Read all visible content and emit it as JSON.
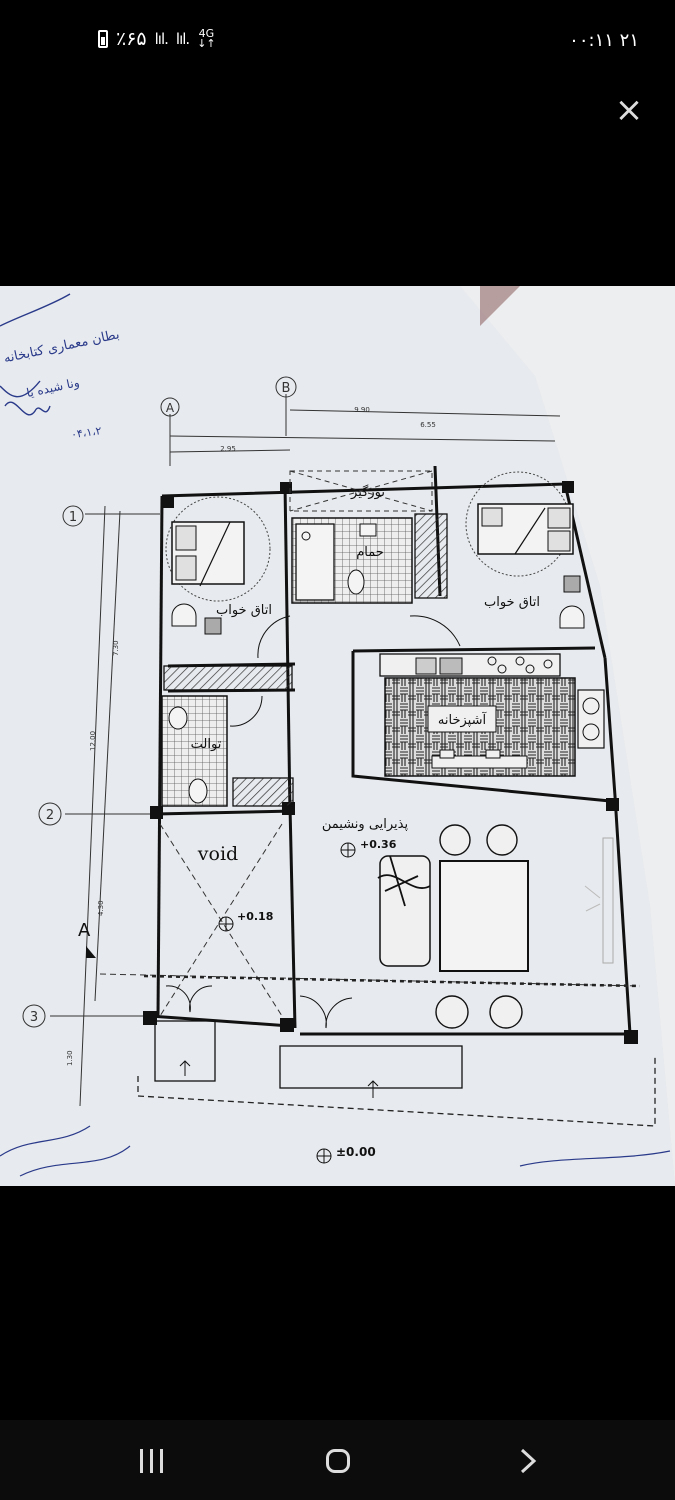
{
  "status_bar": {
    "time": "۲۱ ۰۰:۱۱",
    "battery": "٪۶۵",
    "signal_1": "lıl.",
    "signal_2": "lıl.",
    "network": "4G"
  },
  "viewer": {
    "close_icon": "close-icon"
  },
  "plan": {
    "grid_bubbles": {
      "col_a": "A",
      "col_b": "B",
      "row_1": "1",
      "row_2": "2",
      "row_3": "3"
    },
    "dims": {
      "overall_width": "9.90",
      "right_width": "6.55",
      "left_width": "2.95",
      "total_height": "12.00",
      "upper_height": "7.30",
      "lower_height": "4.30",
      "bottom_extra": "1.30"
    },
    "rooms": {
      "bedroom_left": "اتاق خواب",
      "bedroom_right": "اتاق خواب",
      "bathroom": "حمام",
      "light_well": "نورگیر",
      "toilet": "توالت",
      "kitchen": "آشپزخانه",
      "living": "پذیرایی ونشیمن",
      "void": "void"
    },
    "levels": {
      "void_level": "+0.18",
      "living_level": "+0.36",
      "ground_level": "±0.00"
    },
    "section_mark": "A",
    "hand_note_1": "بطان معماری کتابخانه",
    "hand_note_2": "ونا شیده یا",
    "hand_note_3": "۰۴،۱،۲"
  },
  "nav_bar": {
    "recent_icon": "recent-apps-icon",
    "home_icon": "home-icon",
    "back_icon": "back-icon"
  }
}
